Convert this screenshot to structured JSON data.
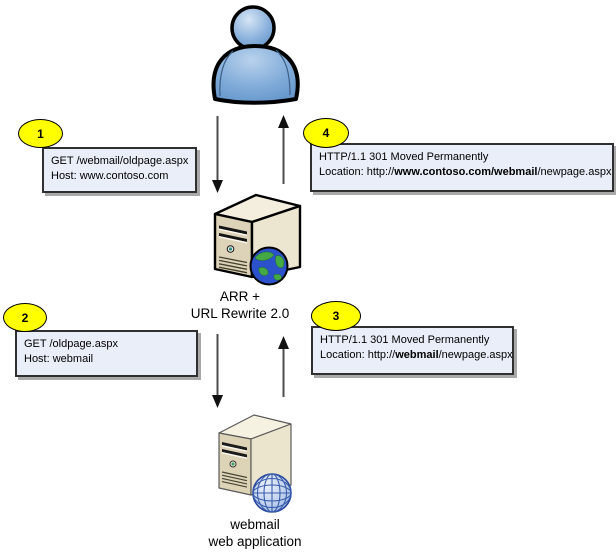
{
  "diagram": {
    "user": {
      "icon": "user-person-icon"
    },
    "arr_server": {
      "icon": "server-with-globe-icon",
      "label_line1": "ARR +",
      "label_line2": "URL Rewrite 2.0"
    },
    "webmail_server": {
      "icon": "server-with-wireframe-globe-icon",
      "label_line1": "webmail",
      "label_line2": "web application"
    }
  },
  "callouts": [
    {
      "number": "1",
      "line1": "GET /webmail/oldpage.aspx",
      "line2_prefix": "Host: www.contoso.com",
      "line2_bold": "",
      "line2_suffix": ""
    },
    {
      "number": "2",
      "line1": "GET /oldpage.aspx",
      "line2_prefix": "Host: webmail",
      "line2_bold": "",
      "line2_suffix": ""
    },
    {
      "number": "3",
      "line1": "HTTP/1.1 301 Moved Permanently",
      "line2_prefix": "Location: http://",
      "line2_bold": "webmail",
      "line2_suffix": "/newpage.aspx"
    },
    {
      "number": "4",
      "line1": "HTTP/1.1 301 Moved Permanently",
      "line2_prefix": "Location: http://",
      "line2_bold": "www.contoso.com/webmail",
      "line2_suffix": "/newpage.aspx"
    }
  ],
  "arrows": [
    {
      "name": "user-to-arr",
      "direction": "down"
    },
    {
      "name": "arr-to-user",
      "direction": "up"
    },
    {
      "name": "arr-to-webmail",
      "direction": "down"
    },
    {
      "name": "webmail-to-arr",
      "direction": "up"
    }
  ],
  "colors": {
    "callout_fill": "#ffff00",
    "box_fill": "#e9eef8",
    "box_border": "#303030",
    "box_shadow": "#a9a9a9",
    "person_blue": "#6d9cd2",
    "server_beige": "#ece5cf",
    "globe_ocean_blue": "#2b52cb",
    "globe_land_green": "#44a944",
    "wireframe_globe_blue": "#3a5cad"
  }
}
